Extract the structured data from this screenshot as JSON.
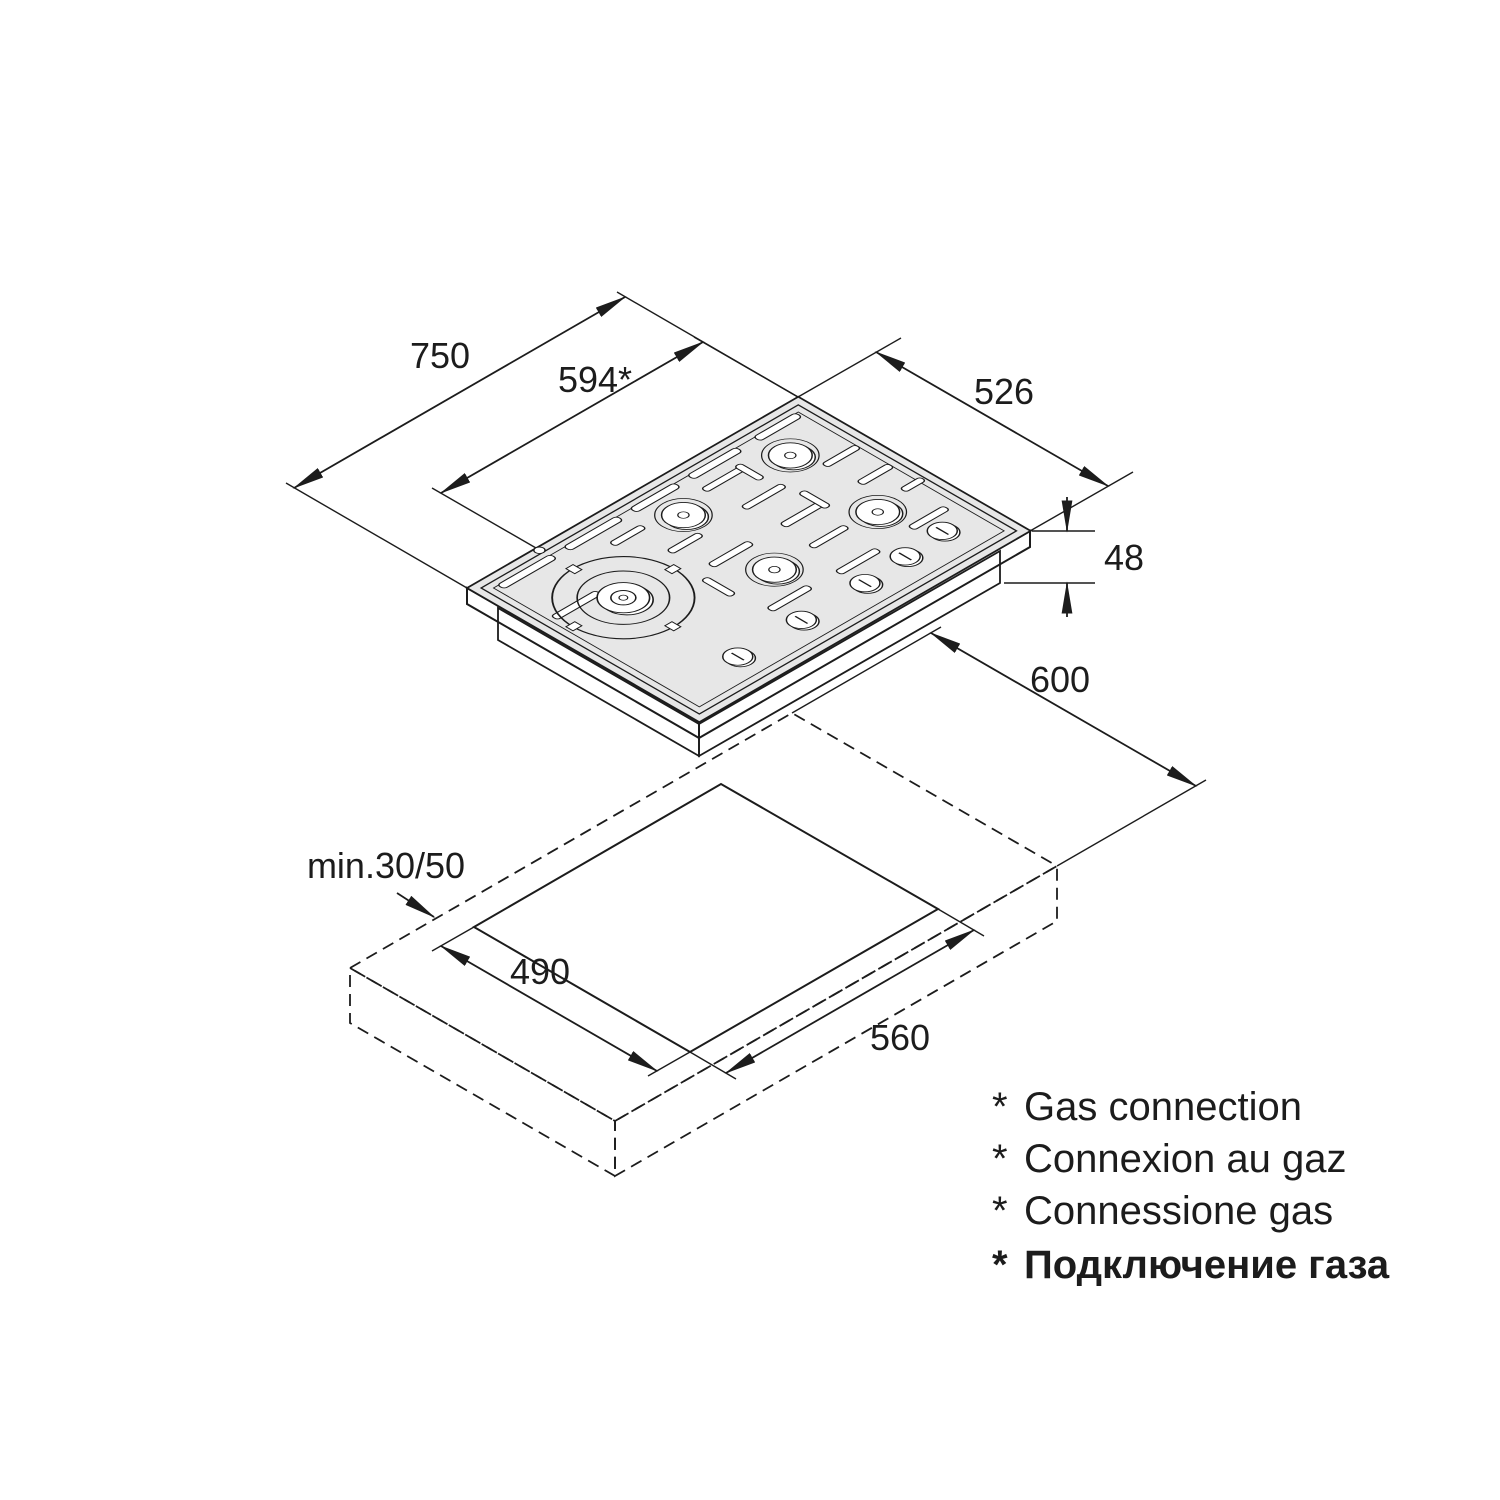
{
  "dimensions": {
    "hob_width": "750",
    "gas_connection": "594*",
    "hob_depth": "526",
    "hob_height": "48",
    "counter_depth": "600",
    "min_clearance": "min.30/50",
    "cutout_depth": "490",
    "cutout_width": "560"
  },
  "legend": [
    {
      "marker": "*",
      "text": "Gas connection"
    },
    {
      "marker": "*",
      "text": "Connexion au gaz"
    },
    {
      "marker": "*",
      "text": "Connessione gas"
    },
    {
      "marker": "*",
      "text": "Подключение газа"
    }
  ],
  "colors": {
    "line": "#1c1c1c",
    "hob_surface": "#e7e7e7",
    "hob_side": "#d5d5d5",
    "background": "#ffffff"
  }
}
